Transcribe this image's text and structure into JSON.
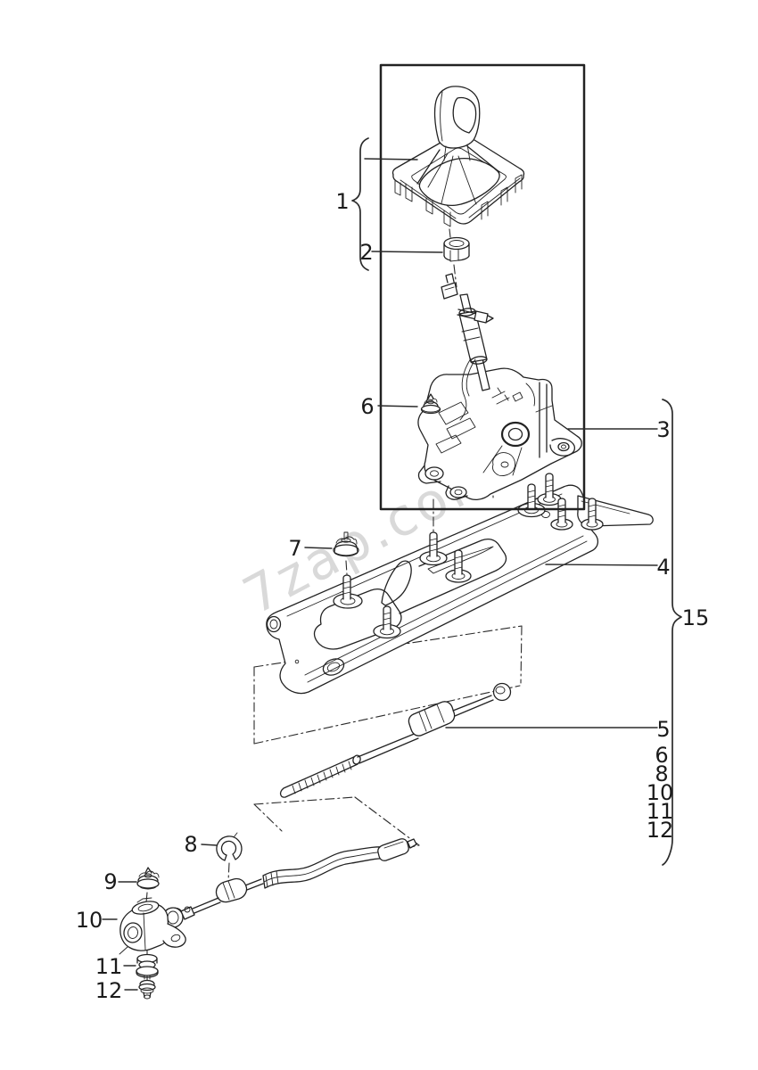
{
  "diagram": {
    "watermark": "7zap.com",
    "highlight_color": "#c13a3a",
    "callouts": {
      "n1": "1",
      "n2": "2",
      "n3": "3",
      "n4": "4",
      "n5": "5",
      "n6": "6",
      "n7": "7",
      "n8": "8",
      "n9": "9",
      "n10": "10",
      "n11": "11",
      "n12": "12",
      "n15": "15"
    },
    "group_list": [
      "6",
      "8",
      "10",
      "11",
      "12"
    ]
  }
}
